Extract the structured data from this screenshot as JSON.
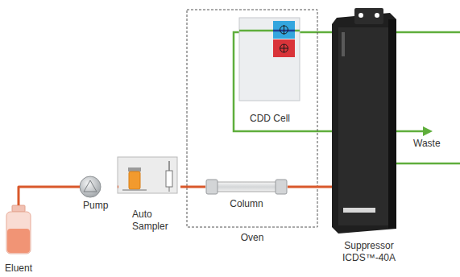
{
  "diagram": {
    "nodes": [
      {
        "text": [
          "Eluent"
        ]
      },
      {
        "text": [
          "Pump"
        ]
      },
      {
        "text": [
          "Auto Sampler"
        ]
      },
      {
        "text": [
          "Oven"
        ]
      },
      {
        "text": [
          "CDD Cell"
        ],
        "in": 3
      },
      {
        "text": [
          "Column"
        ],
        "in": 3
      },
      {
        "text": [
          "Suppressor ICDS™-40A"
        ]
      }
    ],
    "edges": [
      {
        "from": 0,
        "to": 1,
        "arrow": "none"
      },
      {
        "from": 1,
        "to": 2,
        "arrow": "none"
      },
      {
        "from": 2,
        "to": 5,
        "arrow": "none"
      },
      {
        "from": 5,
        "to": 6,
        "arrow": "none"
      }
    ],
    "labels": [
      "Waste"
    ]
  }
}
